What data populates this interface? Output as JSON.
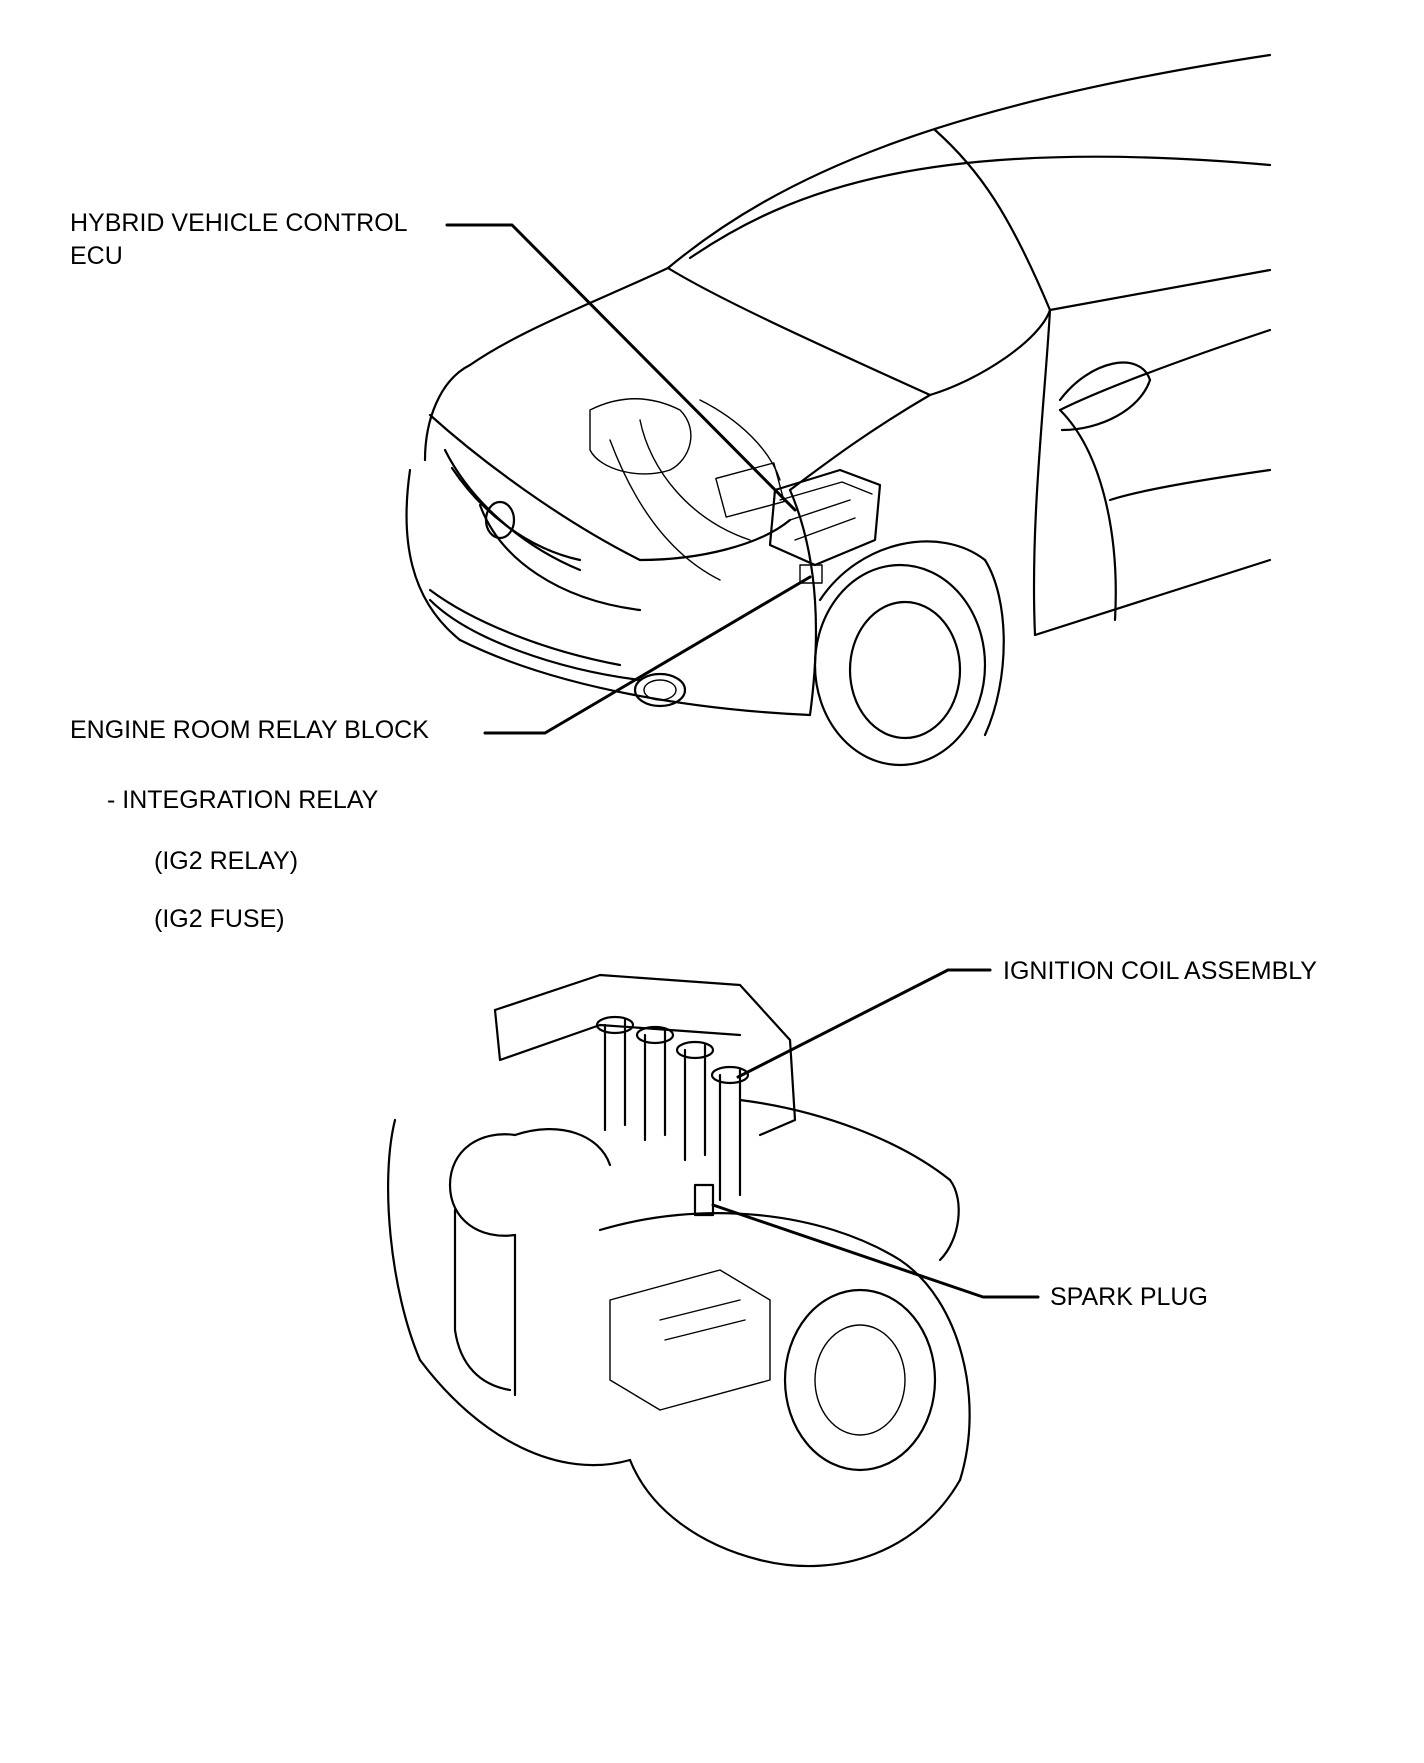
{
  "labels": {
    "hv_ecu_line1": "HYBRID VEHICLE CONTROL",
    "hv_ecu_line2": "ECU",
    "relay_block": "ENGINE ROOM RELAY BLOCK",
    "integration_relay": "- INTEGRATION RELAY",
    "ig2_relay": "(IG2 RELAY)",
    "ig2_fuse": "(IG2 FUSE)",
    "ignition_coil": "IGNITION COIL ASSEMBLY",
    "spark_plug": "SPARK PLUG"
  },
  "illustrations": {
    "vehicle": "vehicle-front-three-quarter-line-art",
    "engine": "engine-transaxle-line-art"
  }
}
